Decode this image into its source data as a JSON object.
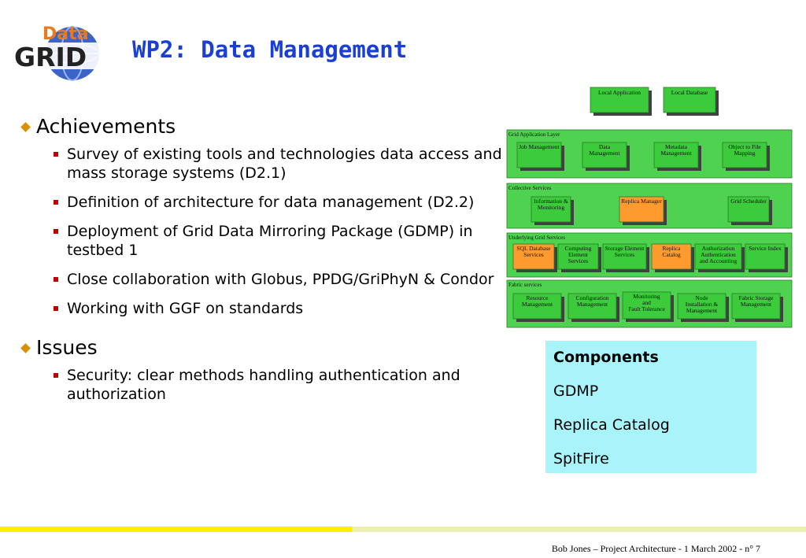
{
  "slide": {
    "title": "WP2: Data Management",
    "logo_text_top": "Data",
    "logo_text_bottom": "GRID"
  },
  "sections": [
    {
      "heading": "Achievements",
      "items": [
        "Survey of existing tools and technologies data access and mass storage systems (D2.1)",
        "Definition of architecture for data management (D2.2)",
        "Deployment of Grid Data Mirroring Package (GDMP) in testbed 1",
        "Close collaboration with Globus, PPDG/GriPhyN & Condor",
        "Working with GGF on standards"
      ]
    },
    {
      "heading": "Issues",
      "items": [
        "Security: clear methods handling authentication and authorization"
      ]
    }
  ],
  "diagram": {
    "top_boxes": [
      "Local Application",
      "Local Database"
    ],
    "layers": [
      {
        "name": "Grid Application Layer",
        "boxes": [
          {
            "lines": [
              "Job Management"
            ],
            "orange": false
          },
          {
            "lines": [
              "Data",
              "Management"
            ],
            "orange": false
          },
          {
            "lines": [
              "Metadata",
              "Management"
            ],
            "orange": false
          },
          {
            "lines": [
              "Object to File",
              "Mapping"
            ],
            "orange": false
          }
        ]
      },
      {
        "name": "Collective Services",
        "boxes": [
          {
            "lines": [
              "Information &",
              "Monitoring"
            ],
            "orange": false
          },
          {
            "lines": [
              "Replica Manager"
            ],
            "orange": true
          },
          {
            "lines": [
              "Grid Scheduler"
            ],
            "orange": false
          }
        ]
      },
      {
        "name": "Underlying Grid Services",
        "boxes": [
          {
            "lines": [
              "SQL Database",
              "Services"
            ],
            "orange": true
          },
          {
            "lines": [
              "Computing",
              "Element",
              "Services"
            ],
            "orange": false
          },
          {
            "lines": [
              "Storage Element",
              "Services"
            ],
            "orange": false
          },
          {
            "lines": [
              "Replica",
              "Catalog"
            ],
            "orange": true
          },
          {
            "lines": [
              "Authorization",
              "Authentication",
              "and Accounting"
            ],
            "orange": false
          },
          {
            "lines": [
              "Service Index"
            ],
            "orange": false
          }
        ]
      },
      {
        "name": "Fabric services",
        "boxes": [
          {
            "lines": [
              "Resource",
              "Management"
            ],
            "orange": false
          },
          {
            "lines": [
              "Configuration",
              "Management"
            ],
            "orange": false
          },
          {
            "lines": [
              "Monitoring",
              "and",
              "Fault Tolerance"
            ],
            "orange": false
          },
          {
            "lines": [
              "Node",
              "Installation &",
              "Management"
            ],
            "orange": false
          },
          {
            "lines": [
              "Fabric Storage",
              "Management"
            ],
            "orange": false
          }
        ]
      }
    ],
    "colors": {
      "layer_fill": "#4fd24f",
      "box_green": "#3bcb3b",
      "box_orange": "#ff9a2e",
      "shadow": "#404040"
    }
  },
  "components": {
    "heading": "Components",
    "items": [
      "GDMP",
      "Replica Catalog",
      "SpitFire"
    ],
    "background": "#a9f4fb"
  },
  "footer": "Bob Jones – Project Architecture - 1 March 2002 - n° 7"
}
